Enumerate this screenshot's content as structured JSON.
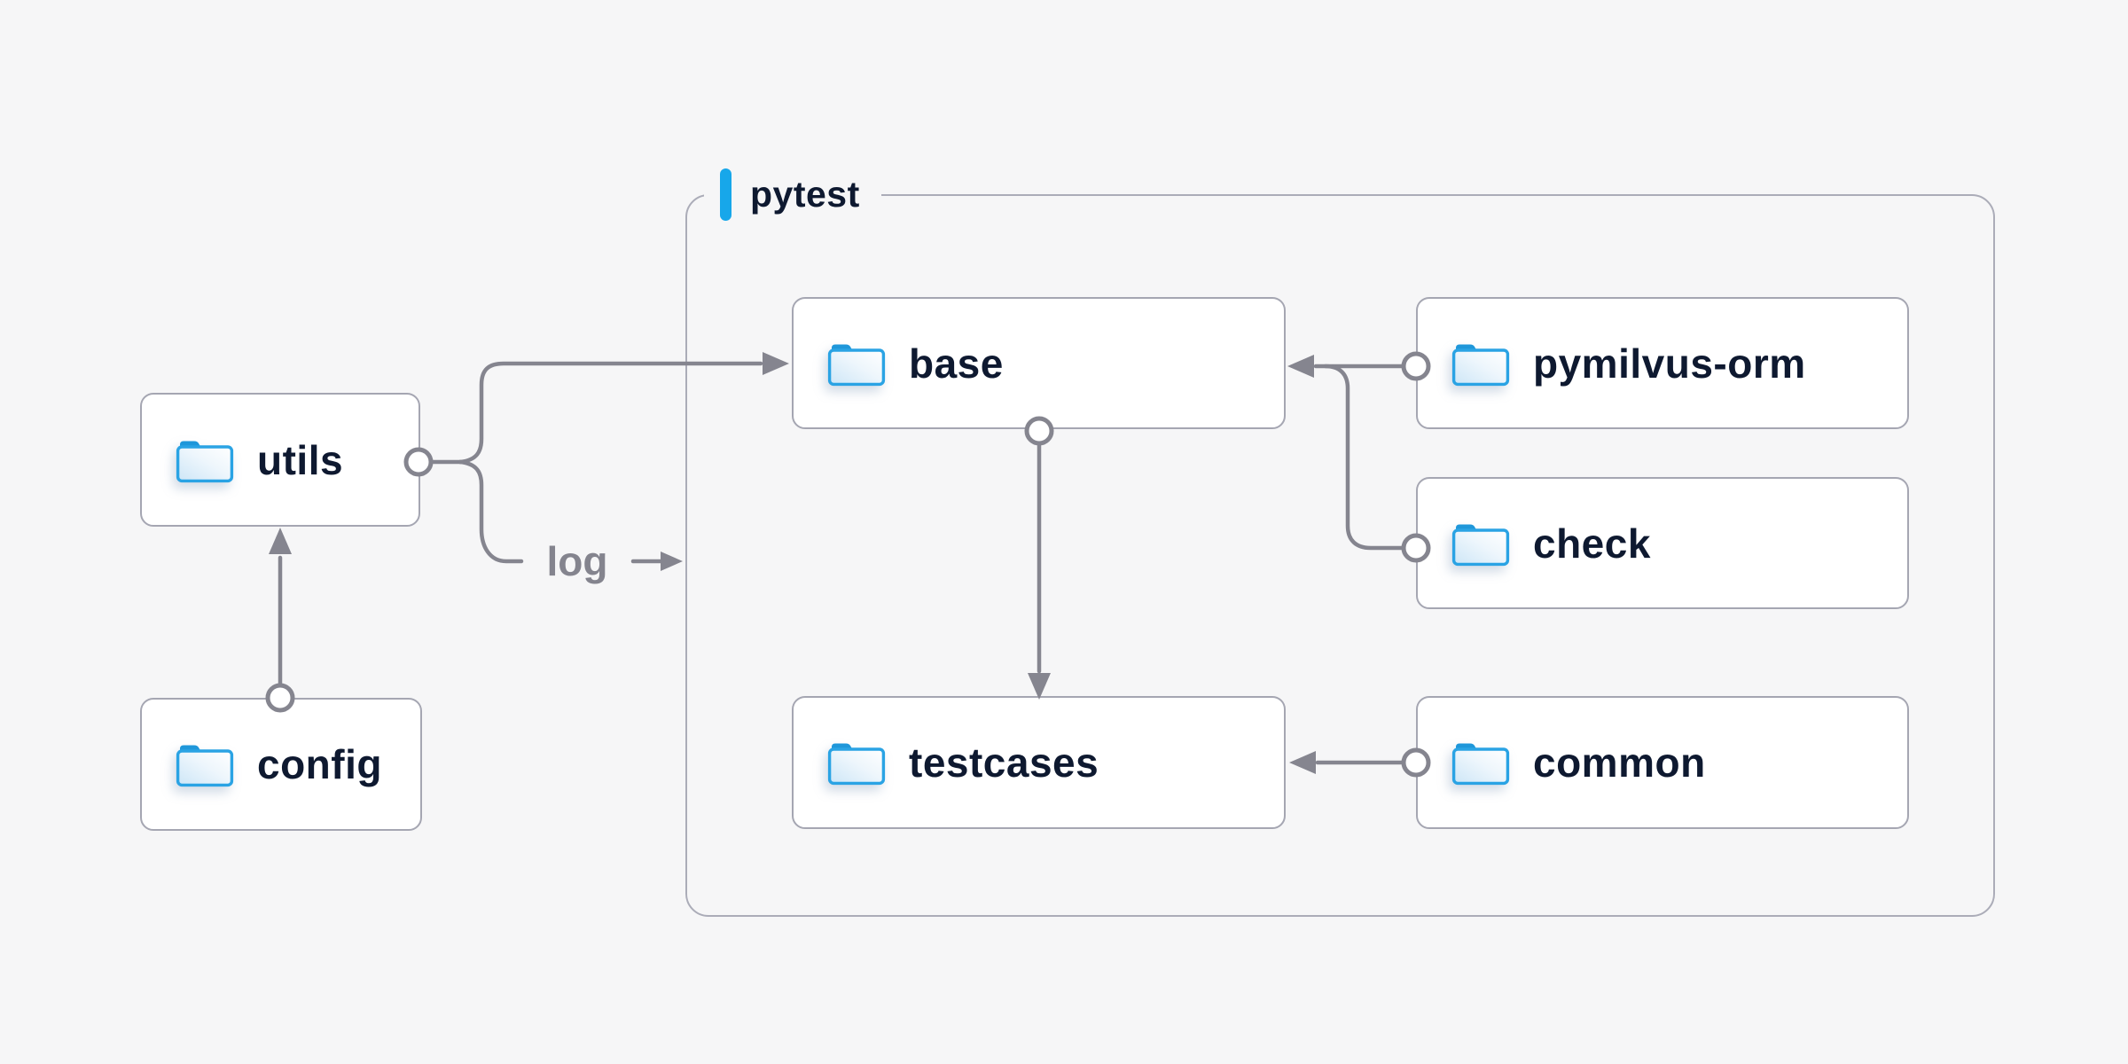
{
  "diagram": {
    "group": {
      "label": "pytest"
    },
    "edge_label": "log",
    "nodes": {
      "utils": {
        "label": "utils",
        "icon": "folder-icon"
      },
      "config": {
        "label": "config",
        "icon": "folder-icon"
      },
      "base": {
        "label": "base",
        "icon": "folder-icon"
      },
      "pymilvus_orm": {
        "label": "pymilvus-orm",
        "icon": "folder-icon"
      },
      "check": {
        "label": "check",
        "icon": "folder-icon"
      },
      "testcases": {
        "label": "testcases",
        "icon": "folder-icon"
      },
      "common": {
        "label": "common",
        "icon": "folder-icon"
      }
    },
    "edges": [
      {
        "from": "config",
        "to": "utils",
        "type": "arrow"
      },
      {
        "from": "utils",
        "to": "base",
        "type": "arrow"
      },
      {
        "from": "utils",
        "to": "pytest",
        "type": "labeled-arrow",
        "label": "log"
      },
      {
        "from": "base",
        "to": "testcases",
        "type": "arrow"
      },
      {
        "from": "pymilvus_orm",
        "to": "base",
        "type": "arrow"
      },
      {
        "from": "check",
        "to": "base",
        "type": "arrow-merge"
      },
      {
        "from": "common",
        "to": "testcases",
        "type": "arrow"
      }
    ],
    "colors": {
      "accent_blue": "#17a7ea",
      "folder_stroke": "#2aa3e4",
      "folder_tab": "#1f97da",
      "text_navy": "#0e1930",
      "connector_gray": "#85858f",
      "card_border": "#a5a6b2",
      "group_border": "#abacb8",
      "background": "#f6f6f7",
      "card_background": "#ffffff"
    }
  }
}
